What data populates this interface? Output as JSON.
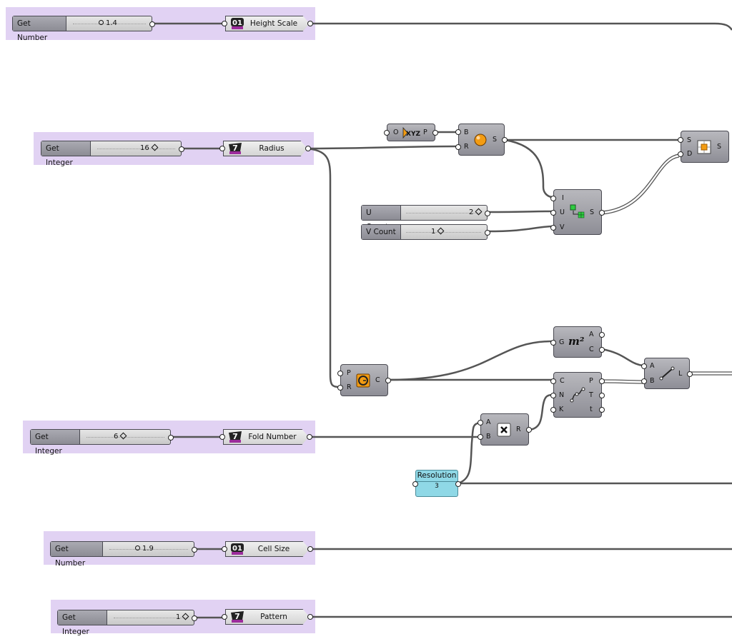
{
  "groups": [
    {
      "id": "height-scale"
    },
    {
      "id": "radius"
    },
    {
      "id": "fold-number"
    },
    {
      "id": "cell-size"
    },
    {
      "id": "pattern"
    }
  ],
  "sliders": {
    "height_scale": {
      "label": "Get Number",
      "value": "1.4"
    },
    "radius": {
      "label": "Get Integer",
      "value": "16"
    },
    "u_count": {
      "label": "U Count",
      "value": "2"
    },
    "v_count": {
      "label": "V Count",
      "value": "1"
    },
    "fold_number": {
      "label": "Get Integer",
      "value": "6"
    },
    "cell_size": {
      "label": "Get Number",
      "value": "1.9"
    },
    "pattern": {
      "label": "Get Integer",
      "value": "1"
    }
  },
  "params": {
    "height_scale": {
      "name": "Height Scale",
      "icon": "number-param-icon"
    },
    "radius": {
      "name": "Radius",
      "icon": "integer-param-icon"
    },
    "fold_number": {
      "name": "Fold Number",
      "icon": "integer-param-icon"
    },
    "cell_size": {
      "name": "Cell Size",
      "icon": "number-param-icon"
    },
    "pattern": {
      "name": "Pattern",
      "icon": "integer-param-icon"
    }
  },
  "components": {
    "xyz_point": {
      "icon": "xyz-point-icon",
      "in": [
        "O"
      ],
      "out": [
        "P"
      ],
      "icon_text": "XYZ"
    },
    "sphere": {
      "icon": "sphere-icon",
      "in": [
        "B",
        "R"
      ],
      "out": [
        "S"
      ]
    },
    "surface_grid": {
      "icon": "divide-surface-icon",
      "in": [
        "I",
        "U",
        "V"
      ],
      "out": [
        "S"
      ]
    },
    "surface_split": {
      "icon": "surface-split-icon",
      "in": [
        "S",
        "D"
      ],
      "out": [
        "S"
      ]
    },
    "circle": {
      "icon": "circle-icon",
      "in": [
        "P",
        "R"
      ],
      "out": [
        "C"
      ]
    },
    "area": {
      "icon": "area-icon",
      "in": [
        "G"
      ],
      "out": [
        "A",
        "C"
      ],
      "icon_text": "m²"
    },
    "divide_curve": {
      "icon": "divide-curve-icon",
      "in": [
        "C",
        "N",
        "K"
      ],
      "out": [
        "P",
        "T",
        "t"
      ]
    },
    "multiply": {
      "icon": "multiply-icon",
      "in": [
        "A",
        "B"
      ],
      "out": [
        "R"
      ]
    },
    "line": {
      "icon": "line-icon",
      "in": [
        "A",
        "B"
      ],
      "out": [
        "L"
      ]
    }
  },
  "panel": {
    "title": "Resolution",
    "value": "3"
  },
  "colors": {
    "group_fill": "#e1d2f3",
    "component": "#9a9aa2",
    "panel": "#8fd8e6",
    "wire": "#555555",
    "icon_orange": "#f39c12"
  }
}
